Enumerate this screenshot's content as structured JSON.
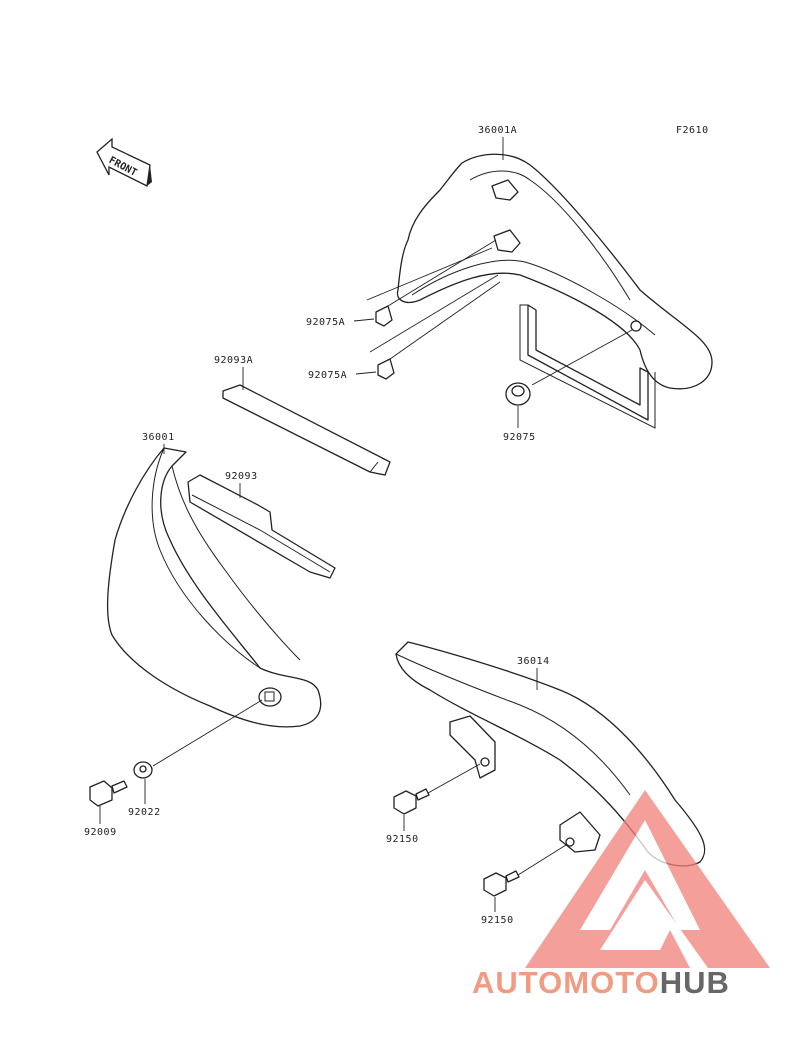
{
  "figure_code": "F2610",
  "front_arrow_text": "FRONT",
  "parts": {
    "cover_right": "36001A",
    "cover_left": "36001",
    "chain_cover": "36014",
    "pad_upper": "92093A",
    "pad_lower": "92093",
    "clip_upper": "92075A",
    "clip_lower": "92075A",
    "grommet": "92075",
    "bolt_left": "92009",
    "washer_left": "92022",
    "bolt_chain_1": "92150",
    "bolt_chain_2": "92150"
  },
  "watermark": {
    "part1": "AUTOMOTO",
    "part2": "HUB",
    "color_primary": "#f08a6e",
    "color_dark": "#4d4d4d",
    "color_mark": "#f27f7a"
  }
}
